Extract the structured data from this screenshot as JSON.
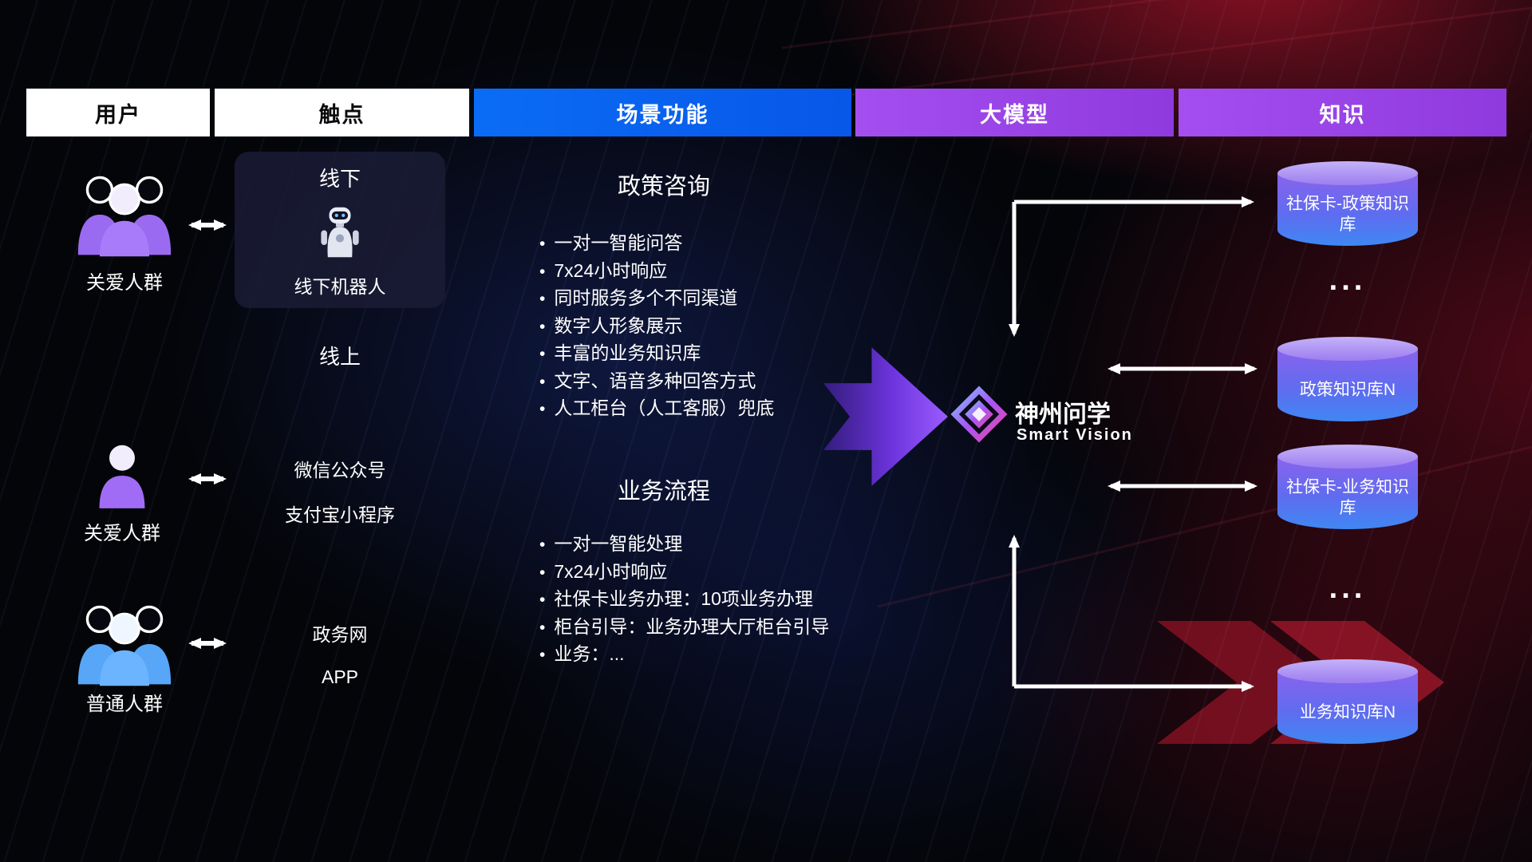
{
  "header": {
    "columns": [
      {
        "label": "用户"
      },
      {
        "label": "触点"
      },
      {
        "label": "场景功能"
      },
      {
        "label": "大模型"
      },
      {
        "label": "知识"
      }
    ]
  },
  "users": [
    {
      "label": "关爱人群",
      "icon": "group-people-purple-icon"
    },
    {
      "label": "关爱人群",
      "icon": "single-person-purple-icon"
    },
    {
      "label": "普通人群",
      "icon": "group-people-blue-icon"
    }
  ],
  "touch": {
    "offline": "线下",
    "robot": "线下机器人",
    "online": "线上",
    "items": [
      "微信公众号",
      "支付宝小程序",
      "政务网",
      "APP"
    ]
  },
  "scenarios": [
    {
      "title": "政策咨询",
      "items": [
        "一对一智能问答",
        "7x24小时响应",
        "同时服务多个不同渠道",
        "数字人形象展示",
        "丰富的业务知识库",
        "文字、语音多种回答方式",
        "人工柜台（人工客服）兜底"
      ]
    },
    {
      "title": "业务流程",
      "items": [
        "一对一智能处理",
        "7x24小时响应",
        "社保卡业务办理：10项业务办理",
        "柜台引导：业务办理大厅柜台引导",
        "业务：..."
      ]
    }
  ],
  "model": {
    "name": "神州问学",
    "subtitle": "Smart Vision"
  },
  "knowledge": {
    "bases": [
      "社保卡-政策知识库",
      "政策知识库N",
      "社保卡-业务知识库",
      "业务知识库N"
    ],
    "ellipsis": "..."
  },
  "palette": {
    "scene_header_blue": "#0a6cf5",
    "model_header_purple": "#9b45e8",
    "cylinder_top_purple": "#b49cf4",
    "cylinder_body_blue": "#3f87f2",
    "user_icon_purple": "#9a6bf0",
    "user_icon_blue": "#57a6f8",
    "background_red": "#c11230",
    "background_blue": "#1f3caa"
  }
}
